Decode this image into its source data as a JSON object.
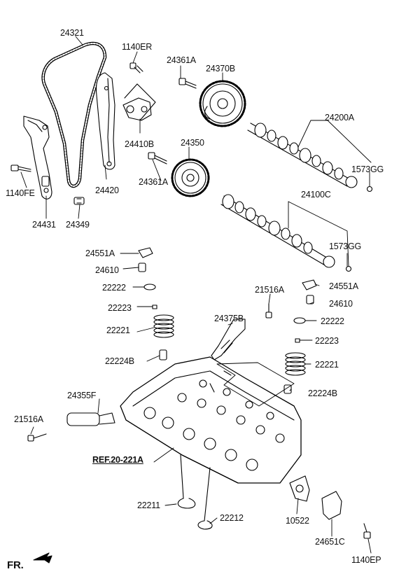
{
  "labels": {
    "l24321": "24321",
    "l1140ER": "1140ER",
    "l24361A_top": "24361A",
    "l24370B": "24370B",
    "l24200A": "24200A",
    "l24410B": "24410B",
    "l24350": "24350",
    "l1573GG_top": "1573GG",
    "l24361A_mid": "24361A",
    "l1140FE": "1140FE",
    "l24420": "24420",
    "l24100C": "24100C",
    "l24431": "24431",
    "l24349": "24349",
    "l1573GG_mid": "1573GG",
    "l24551A_left": "24551A",
    "l24610_left": "24610",
    "l22222_left": "22222",
    "l21516A_top": "21516A",
    "l24551A_right": "24551A",
    "l22223_left": "22223",
    "l24610_right": "24610",
    "l22221_left": "22221",
    "l24375B": "24375B",
    "l22222_right": "22222",
    "l22223_right": "22223",
    "l22224B_left": "22224B",
    "l22221_right": "22221",
    "l22224B_right": "22224B",
    "l24355F": "24355F",
    "l21516A_bottom": "21516A",
    "ref": "REF.20-221A",
    "l22211": "22211",
    "l22212": "22212",
    "l10522": "10522",
    "l24651C": "24651C",
    "l1140EP": "1140EP",
    "fr": "FR."
  }
}
